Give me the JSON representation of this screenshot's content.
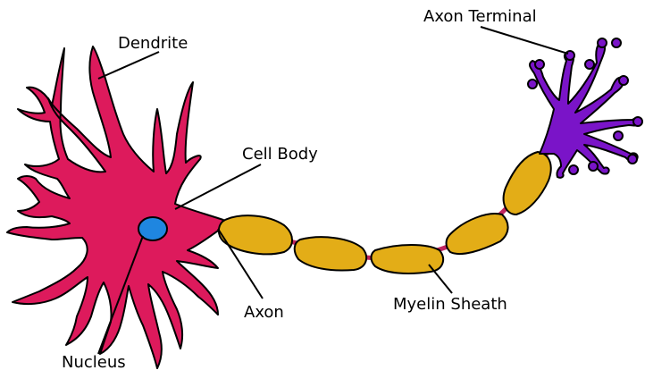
{
  "labels": {
    "dendrite": "Dendrite",
    "cell_body": "Cell Body",
    "nucleus": "Nucleus",
    "axon": "Axon",
    "myelin_sheath": "Myelin Sheath",
    "axon_terminal": "Axon Terminal"
  },
  "colors": {
    "cell": "#dd1a5c",
    "nucleus": "#1f86e0",
    "myelin": "#e3ad17",
    "axon_link": "#c0245e",
    "terminal": "#7a14c8",
    "outline": "#000000"
  }
}
